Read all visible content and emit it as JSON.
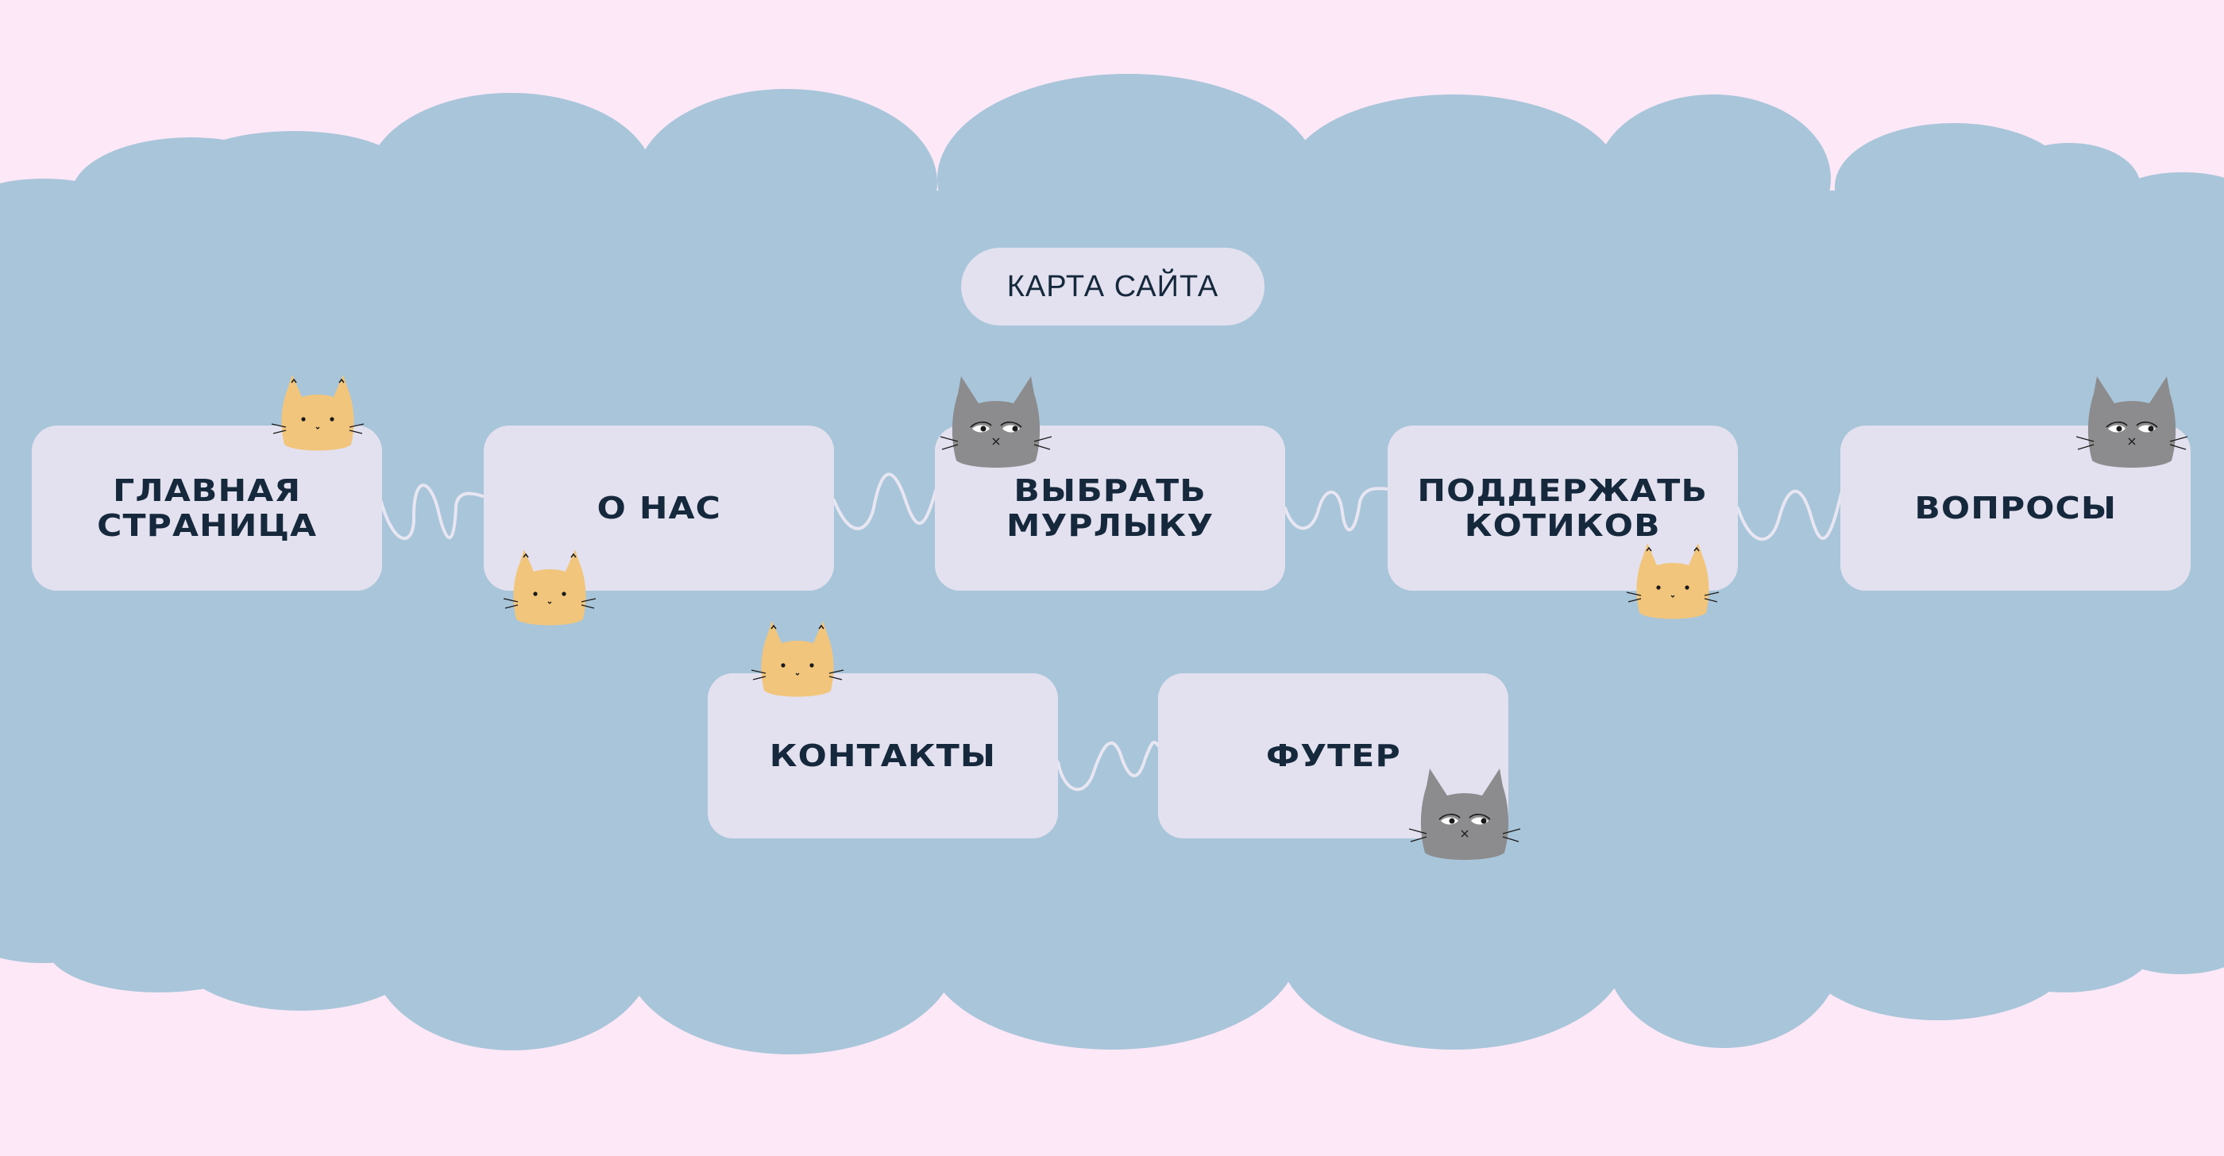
{
  "title": "КАРТА САЙТА",
  "colors": {
    "background": "#fce8f7",
    "cloud": "#a8c5d9",
    "box": "#e3e1ef",
    "text": "#15283c",
    "connector": "#e8e6f2",
    "cat_orange": "#f2c57c",
    "cat_gray": "#8c8c8e"
  },
  "nodes": [
    {
      "id": "home",
      "label": "ГЛАВНАЯ\nСТРАНИЦА"
    },
    {
      "id": "about",
      "label": "О НАС"
    },
    {
      "id": "choose",
      "label": "ВЫБРАТЬ\nМУРЛЫКУ"
    },
    {
      "id": "support",
      "label": "ПОДДЕРЖАТЬ\nКОТИКОВ"
    },
    {
      "id": "faq",
      "label": "ВОПРОСЫ"
    },
    {
      "id": "contacts",
      "label": "КОНТАКТЫ"
    },
    {
      "id": "footer",
      "label": "ФУТЕР"
    }
  ],
  "edges": [
    [
      "home",
      "about"
    ],
    [
      "about",
      "choose"
    ],
    [
      "choose",
      "support"
    ],
    [
      "support",
      "faq"
    ],
    [
      "contacts",
      "footer"
    ]
  ],
  "decorations": [
    {
      "type": "cat",
      "color": "orange",
      "near": "home"
    },
    {
      "type": "cat",
      "color": "orange",
      "near": "about"
    },
    {
      "type": "cat",
      "color": "gray",
      "near": "choose"
    },
    {
      "type": "cat",
      "color": "orange",
      "near": "support"
    },
    {
      "type": "cat",
      "color": "gray",
      "near": "faq"
    },
    {
      "type": "cat",
      "color": "orange",
      "near": "contacts"
    },
    {
      "type": "cat",
      "color": "gray",
      "near": "footer"
    }
  ]
}
